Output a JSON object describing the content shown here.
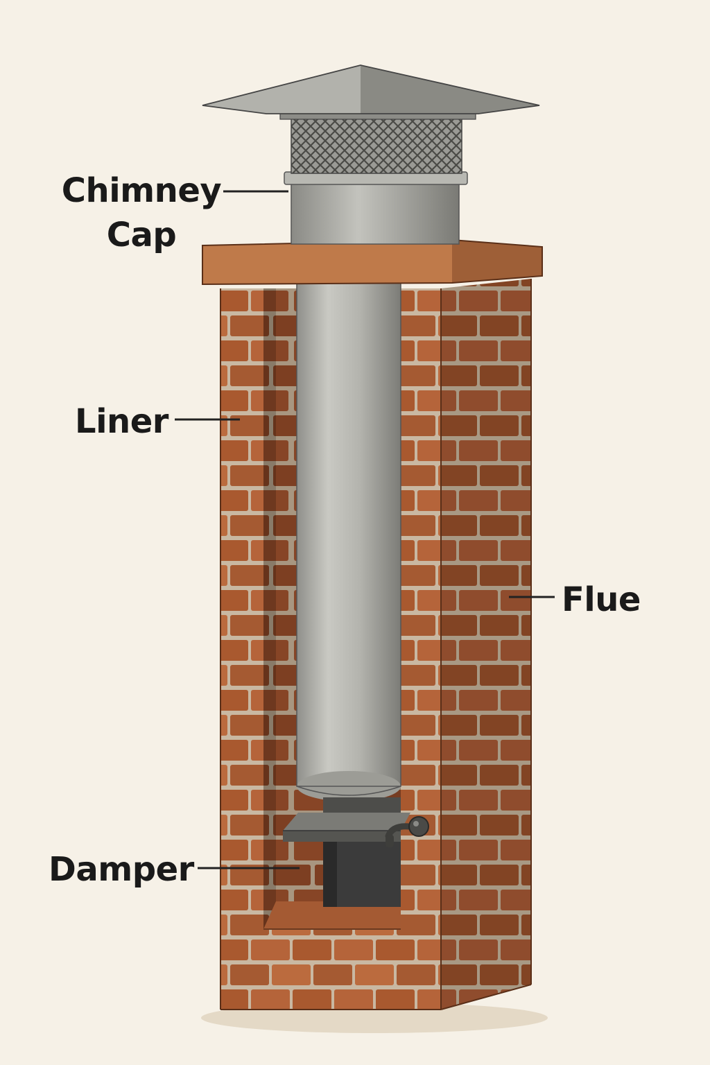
{
  "labels": {
    "chimney_cap": "Chimney\nCap",
    "liner": "Liner",
    "flue": "Flue",
    "damper": "Damper"
  },
  "colors": {
    "background": "#f6f1e7",
    "brick": "#b5643a",
    "brick_dark": "#8e4a28",
    "mortar": "#c9b8a2",
    "metal": "#a8a8a2",
    "metal_dark": "#6e6e6a",
    "label_text": "#1a1a1a",
    "leader_line": "#222222"
  }
}
